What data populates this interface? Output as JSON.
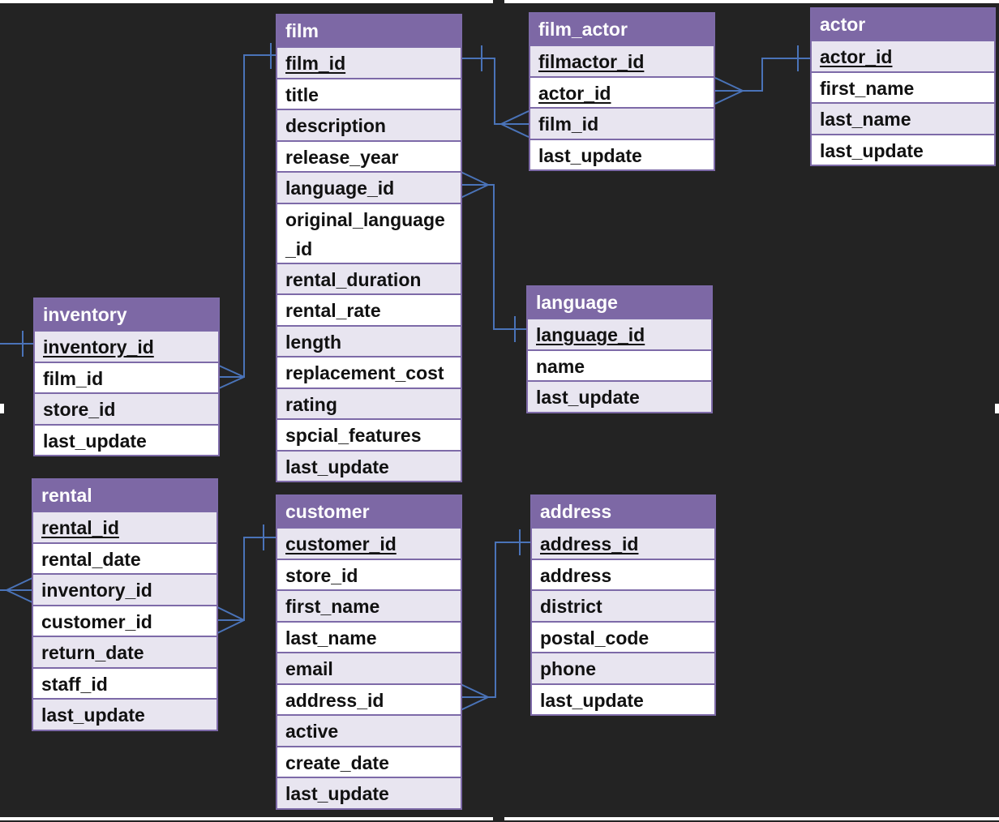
{
  "diagram": {
    "entities": {
      "film": {
        "name": "film",
        "fields": [
          "film_id",
          "title",
          "description",
          "release_year",
          "language_id",
          "original_language_id",
          "rental_duration",
          "rental_rate",
          "length",
          "replacement_cost",
          "rating",
          "spcial_features",
          "last_update"
        ],
        "field_display": [
          "film_id",
          "title",
          "description",
          "release_year",
          "language_id",
          "original_language\n_id",
          "rental_duration",
          "rental_rate",
          "length",
          "replacement_cost",
          "rating",
          "spcial_features",
          "last_update"
        ],
        "primary_key": "film_id"
      },
      "film_actor": {
        "name": "film_actor",
        "fields": [
          "filmactor_id",
          "actor_id",
          "film_id",
          "last_update"
        ],
        "primary_key": "filmactor_id"
      },
      "actor": {
        "name": "actor",
        "fields": [
          "actor_id",
          "first_name",
          "last_name",
          "last_update"
        ],
        "primary_key": "actor_id"
      },
      "language": {
        "name": "language",
        "fields": [
          "language_id",
          "name",
          "last_update"
        ],
        "primary_key": "language_id"
      },
      "inventory": {
        "name": "inventory",
        "fields": [
          "inventory_id",
          "film_id",
          "store_id",
          "last_update"
        ],
        "primary_key": "inventory_id"
      },
      "rental": {
        "name": "rental",
        "fields": [
          "rental_id",
          "rental_date",
          "inventory_id",
          "customer_id",
          "return_date",
          "staff_id",
          "last_update"
        ],
        "primary_key": "rental_id"
      },
      "customer": {
        "name": "customer",
        "fields": [
          "customer_id",
          "store_id",
          "first_name",
          "last_name",
          "email",
          "address_id",
          "active",
          "create_date",
          "last_update"
        ],
        "primary_key": "customer_id"
      },
      "address": {
        "name": "address",
        "fields": [
          "address_id",
          "address",
          "district",
          "postal_code",
          "phone",
          "last_update"
        ],
        "primary_key": "address_id"
      }
    },
    "relationships": [
      {
        "from": "film_actor.film_id",
        "to": "film.film_id",
        "type": "many-to-one"
      },
      {
        "from": "film_actor.actor_id",
        "to": "actor.actor_id",
        "type": "many-to-one"
      },
      {
        "from": "film.language_id",
        "to": "language.language_id",
        "type": "many-to-one"
      },
      {
        "from": "inventory.film_id",
        "to": "film.film_id",
        "type": "many-to-one"
      },
      {
        "from": "rental.customer_id",
        "to": "customer.customer_id",
        "type": "many-to-one"
      },
      {
        "from": "customer.address_id",
        "to": "address.address_id",
        "type": "many-to-one"
      },
      {
        "from": "rental.inventory_id",
        "to": "inventory.inventory_id",
        "type": "many-to-one"
      }
    ],
    "colors": {
      "background": "#232323",
      "header": "#7d68a5",
      "border": "#7d6aa8",
      "row_alt": "#e8e5f0",
      "connector": "#4a73b8"
    }
  }
}
